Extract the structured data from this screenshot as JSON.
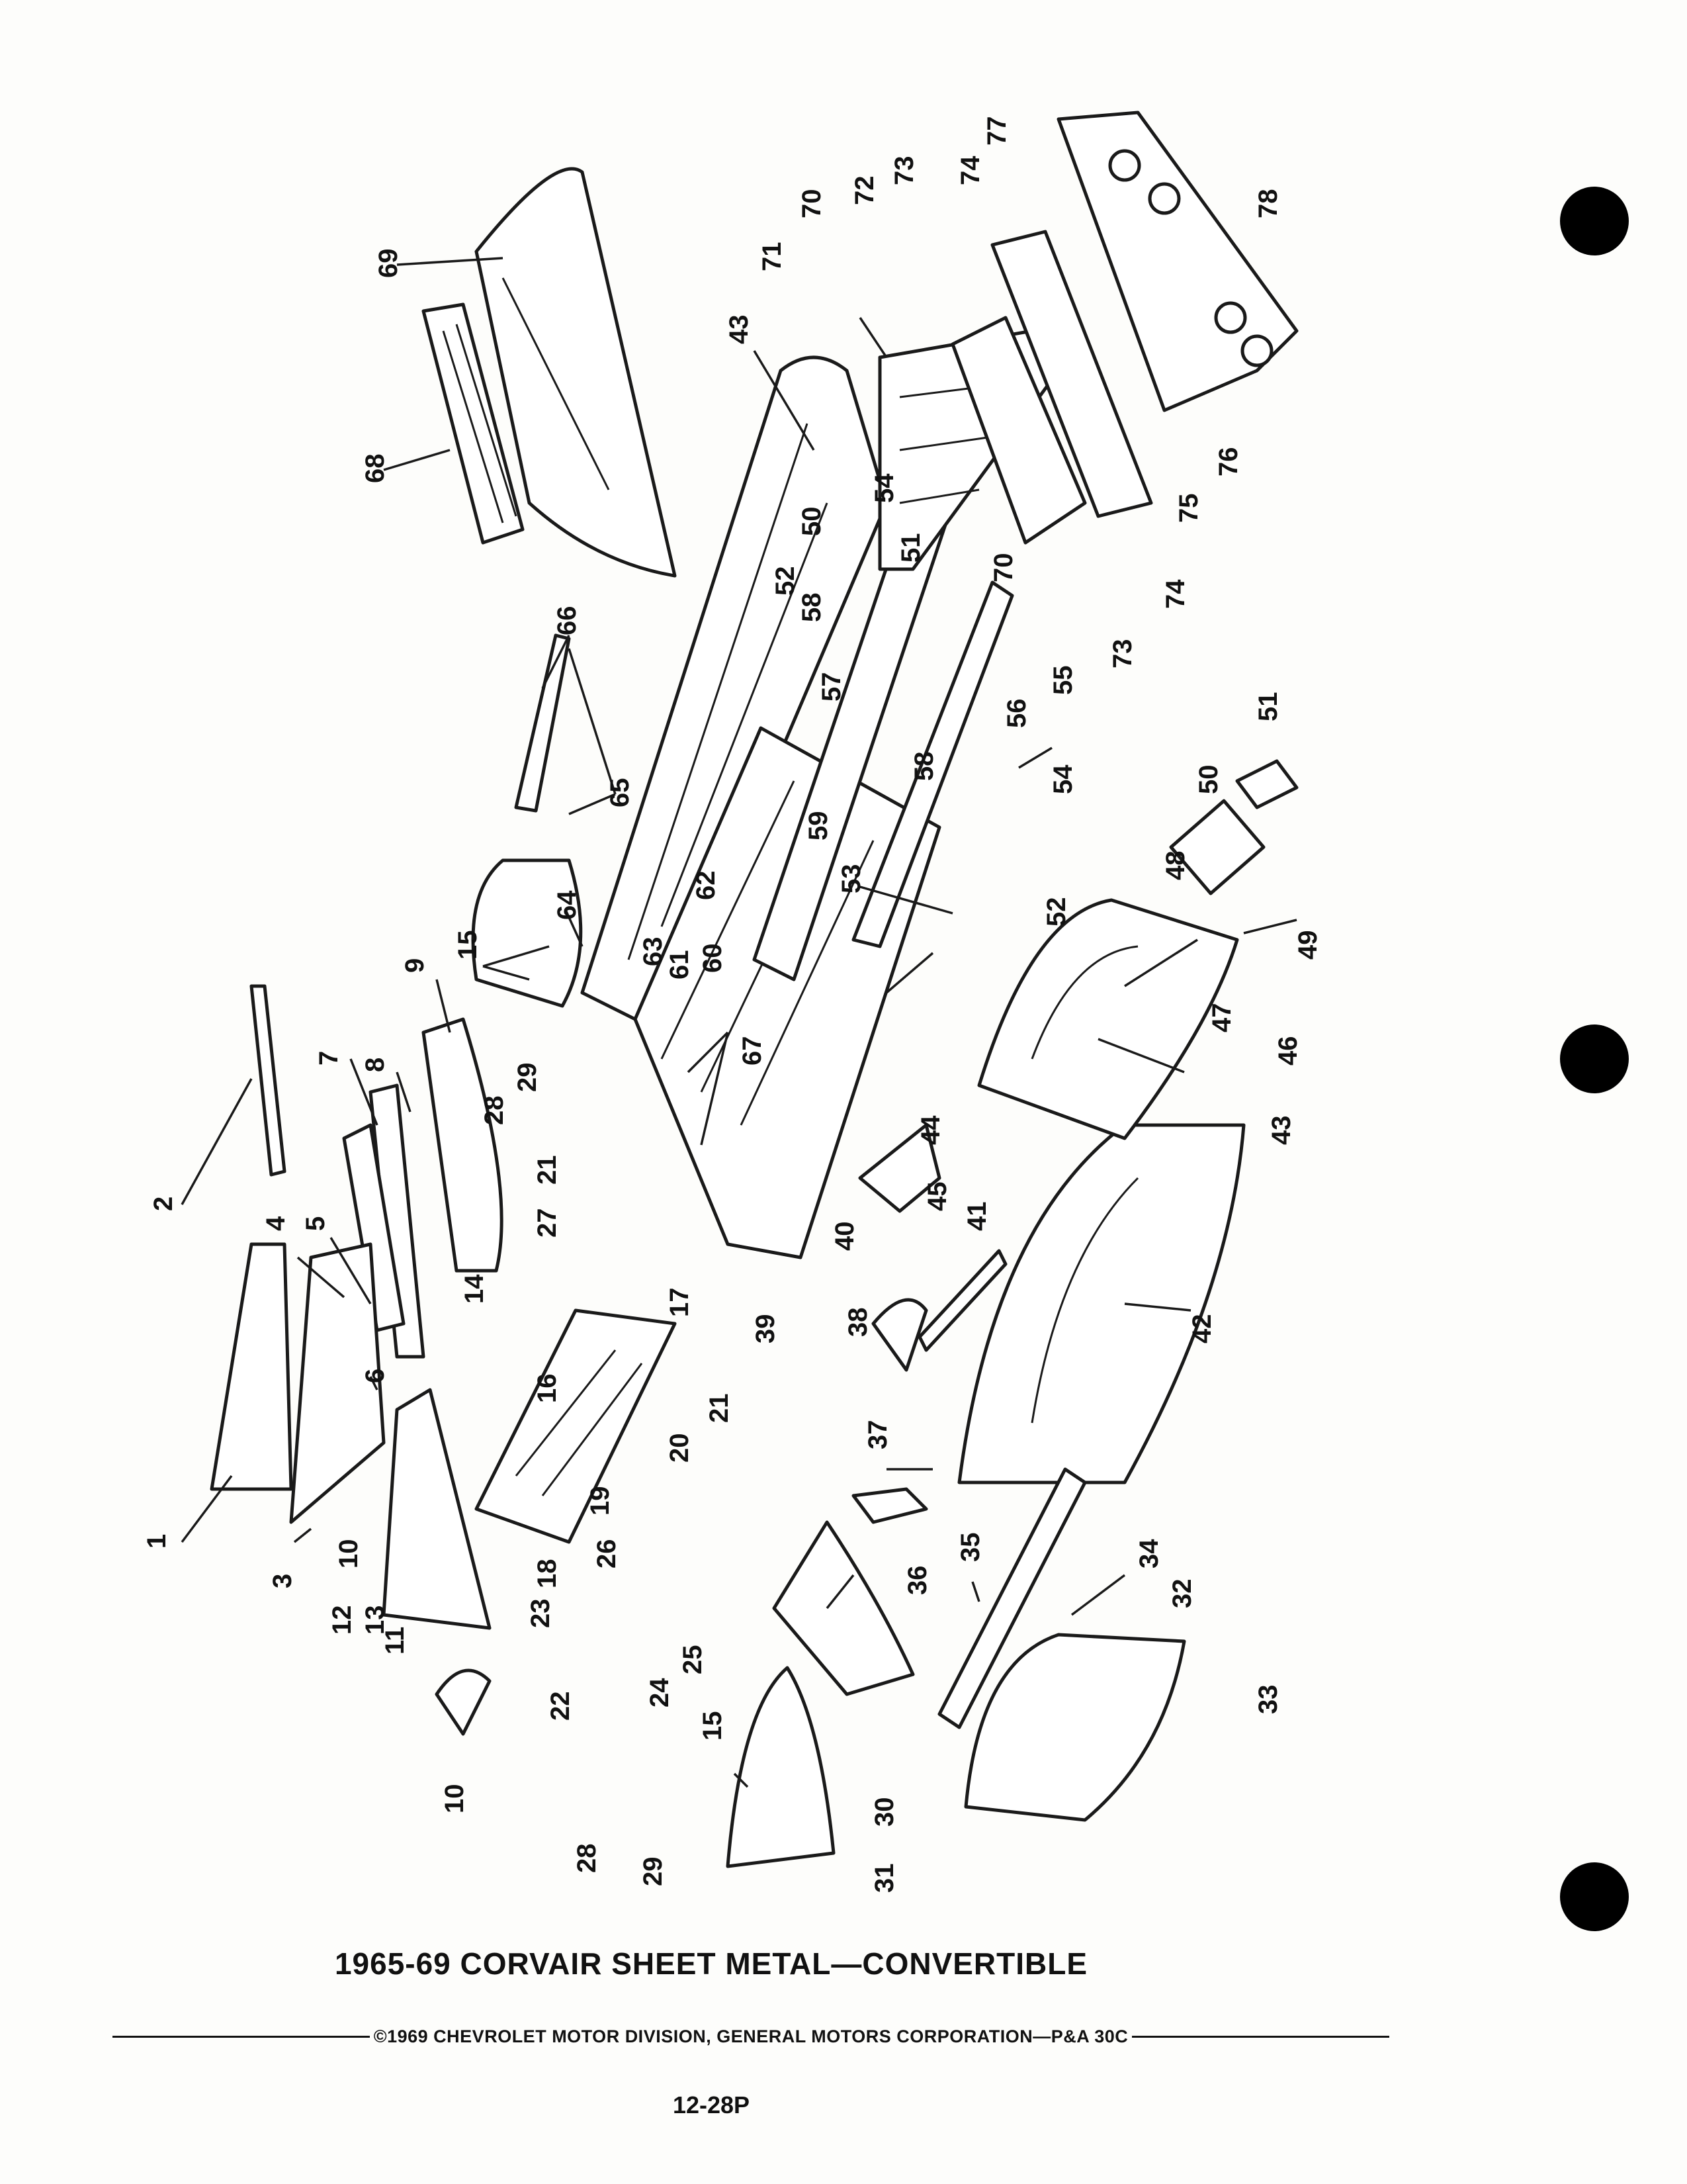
{
  "title": "1965-69 CORVAIR SHEET METAL—CONVERTIBLE",
  "copyright": "©1969 CHEVROLET MOTOR DIVISION, GENERAL MOTORS CORPORATION—P&A 30C",
  "page_number": "12-28P",
  "callouts": [
    "1",
    "2",
    "3",
    "4",
    "5",
    "6",
    "7",
    "8",
    "9",
    "10",
    "10",
    "11",
    "12",
    "13",
    "14",
    "15",
    "15",
    "16",
    "17",
    "18",
    "19",
    "20",
    "21",
    "21",
    "22",
    "23",
    "24",
    "25",
    "26",
    "27",
    "28",
    "28",
    "29",
    "29",
    "30",
    "31",
    "32",
    "33",
    "34",
    "35",
    "36",
    "37",
    "38",
    "39",
    "40",
    "41",
    "42",
    "43",
    "43",
    "44",
    "45",
    "46",
    "47",
    "48",
    "49",
    "50",
    "50",
    "51",
    "51",
    "52",
    "52",
    "53",
    "54",
    "54",
    "55",
    "56",
    "57",
    "58",
    "58",
    "59",
    "60",
    "61",
    "62",
    "63",
    "64",
    "65",
    "66",
    "67",
    "68",
    "69",
    "70",
    "70",
    "71",
    "72",
    "73",
    "73",
    "74",
    "74",
    "75",
    "76",
    "77",
    "78"
  ]
}
